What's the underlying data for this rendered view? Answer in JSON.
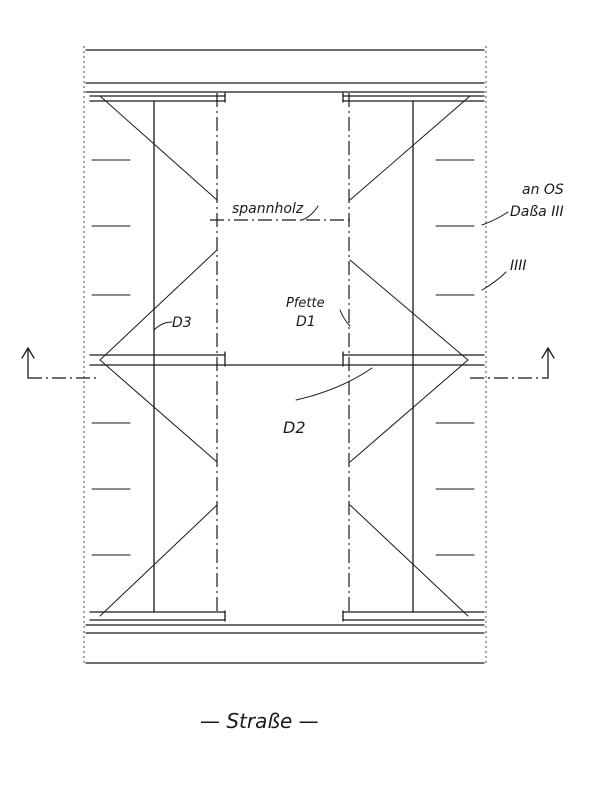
{
  "labels": {
    "spannholz": "spannholz",
    "an_os_1": "an OS",
    "an_os_2": "Daßa III",
    "hatch": "IIII",
    "pfette_1": "Pfette",
    "pfette_2": "D1",
    "d3": "D3",
    "d2": "D2",
    "strasse": "— Straße —"
  }
}
